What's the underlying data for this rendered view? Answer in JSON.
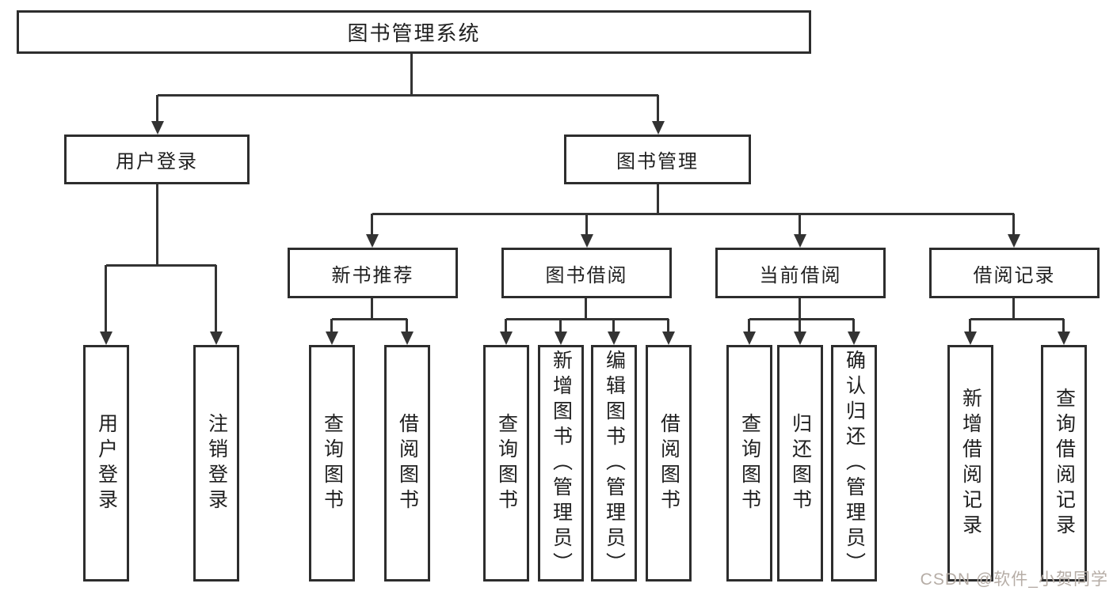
{
  "tree": {
    "label": "图书管理系统",
    "children": [
      {
        "label": "用户登录",
        "children": [
          {
            "label": "用户登录"
          },
          {
            "label": "注销登录"
          }
        ]
      },
      {
        "label": "图书管理",
        "children": [
          {
            "label": "新书推荐",
            "children": [
              {
                "label": "查询图书"
              },
              {
                "label": "借阅图书"
              }
            ]
          },
          {
            "label": "图书借阅",
            "children": [
              {
                "label": "查询图书"
              },
              {
                "label": "新增图书（管理员）"
              },
              {
                "label": "编辑图书（管理员）"
              },
              {
                "label": "借阅图书"
              }
            ]
          },
          {
            "label": "当前借阅",
            "children": [
              {
                "label": "查询图书"
              },
              {
                "label": "归还图书"
              },
              {
                "label": "确认归还（管理员）"
              }
            ]
          },
          {
            "label": "借阅记录",
            "children": [
              {
                "label": "新增借阅记录"
              },
              {
                "label": "查询借阅记录"
              }
            ]
          }
        ]
      }
    ]
  },
  "watermark": {
    "text": "CSDN @软件_小贺同学"
  },
  "icons": {
    "arrowhead-down": "css-triangle"
  },
  "colors": {
    "line": "#333333",
    "box_border": "#2d2d2d",
    "text": "#1f1f1f",
    "background": "#ffffff",
    "watermark": "#b6ada6"
  }
}
